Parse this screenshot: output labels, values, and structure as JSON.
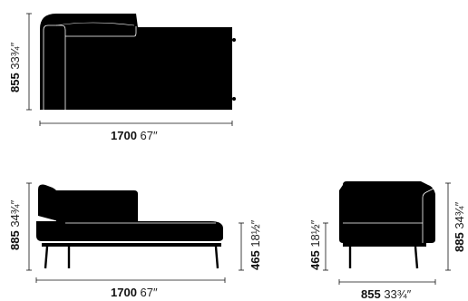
{
  "views": {
    "top": {
      "width_mm": "1700",
      "width_in": "67″",
      "depth_mm": "855",
      "depth_in": "33¾″"
    },
    "side": {
      "width_mm": "1700",
      "width_in": "67″",
      "height_mm": "885",
      "height_in": "34¾″",
      "seat_mm": "465",
      "seat_in": "18½″"
    },
    "front": {
      "width_mm": "855",
      "width_in": "33¾″",
      "height_mm": "885",
      "height_in": "34¾″",
      "seat_mm": "465",
      "seat_in": "18½″"
    }
  },
  "colors": {
    "upholstery": "#000000",
    "line": "#111111",
    "background": "#ffffff"
  }
}
